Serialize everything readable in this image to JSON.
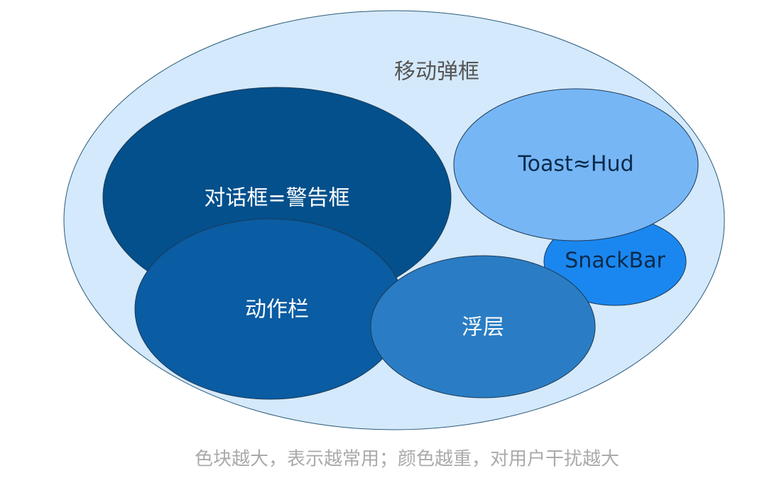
{
  "title": "移动弹框",
  "sets": [
    {
      "id": "dialog",
      "label": "对话框=警告框",
      "fill": "#03508c",
      "text_color": "#ffffff"
    },
    {
      "id": "action",
      "label": "动作栏",
      "fill": "#0a5ca3",
      "text_color": "#ffffff"
    },
    {
      "id": "snackbar",
      "label": "SnackBar",
      "fill": "#1a87f0",
      "text_color": "#0b2a4a"
    },
    {
      "id": "toast",
      "label": "Toast≈Hud",
      "fill": "#76b6f5",
      "text_color": "#0b2a4a"
    },
    {
      "id": "float",
      "label": "浮层",
      "fill": "#2a7dc4",
      "text_color": "#ffffff"
    }
  ],
  "outer_fill": "#d4e9fb",
  "caption": "色块越大，表示越常用；颜色越重，对用户干扰越大"
}
